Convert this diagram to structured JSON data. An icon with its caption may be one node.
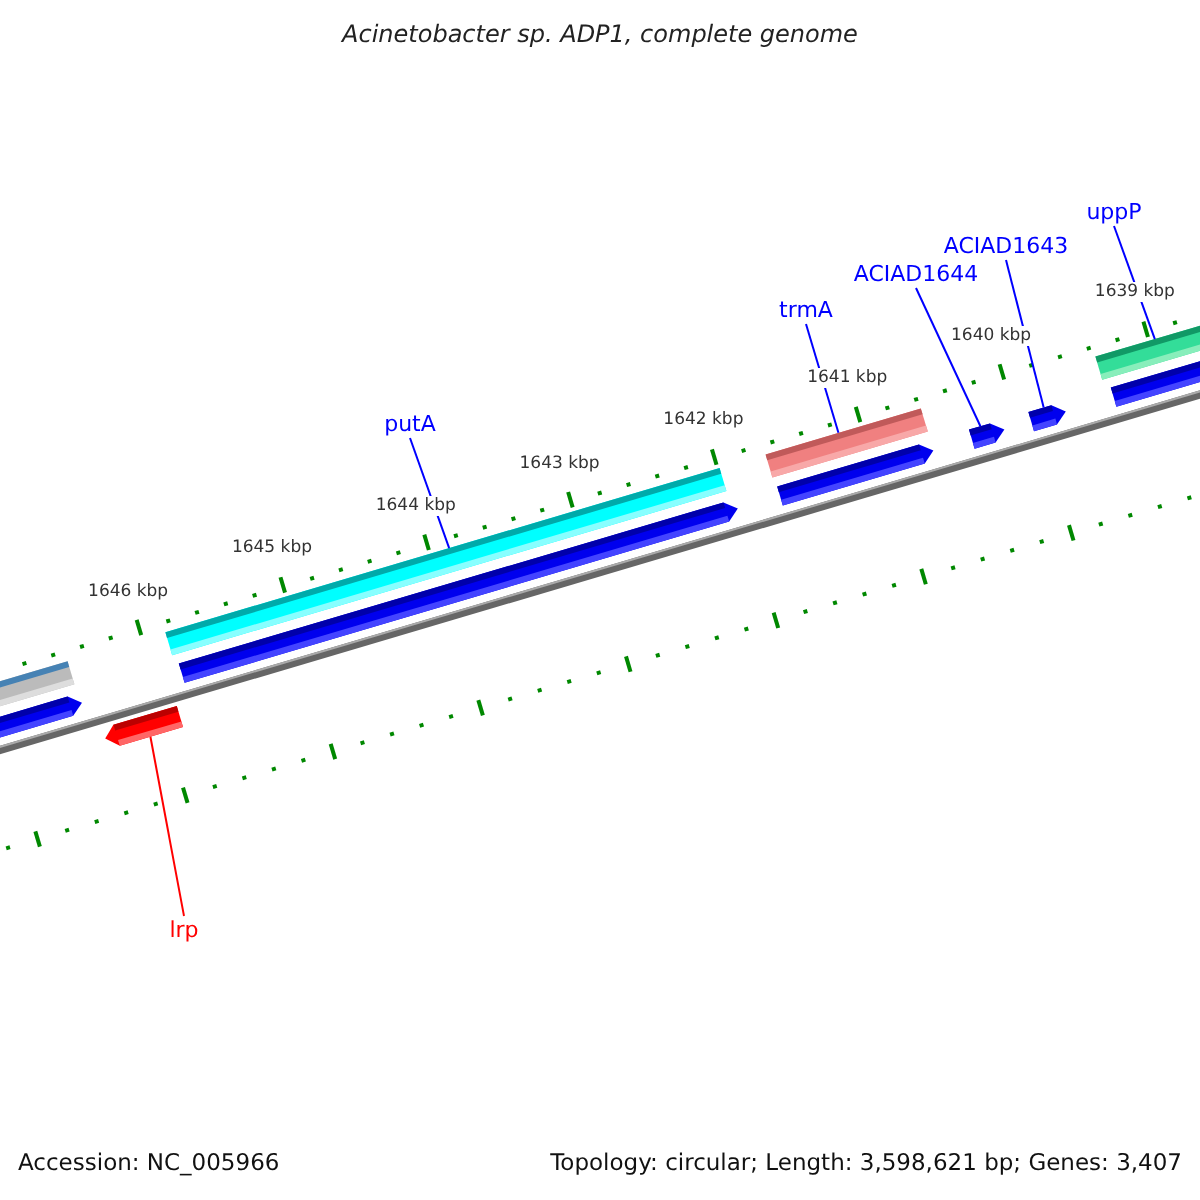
{
  "diagram": {
    "title": "Acinetobacter sp. ADP1, complete genome",
    "nodes": [
      {
        "text": [
          "putA"
        ]
      },
      {
        "text": [
          "trmA"
        ]
      },
      {
        "text": [
          "ACIAD1644"
        ]
      },
      {
        "text": [
          "ACIAD1643"
        ]
      },
      {
        "text": [
          "uppP"
        ]
      },
      {
        "text": [
          "lrp"
        ]
      },
      {
        "text": [],
        "shape": "bar"
      },
      {
        "text": [],
        "shape": "bar"
      },
      {
        "text": [],
        "shape": "bar"
      },
      {
        "text": [],
        "shape": "bar"
      },
      {
        "text": [],
        "shape": "bar"
      },
      {
        "text": [],
        "shape": "bar"
      }
    ],
    "edges": [
      {
        "from": 0,
        "to": 6,
        "arrow": "none"
      },
      {
        "from": 1,
        "to": 7,
        "arrow": "none"
      },
      {
        "from": 2,
        "to": 8,
        "arrow": "none"
      },
      {
        "from": 3,
        "to": 9,
        "arrow": "none"
      },
      {
        "from": 4,
        "to": 10,
        "arrow": "none"
      },
      {
        "from": 5,
        "to": 11,
        "arrow": "none",
        "color": "#ff0000"
      }
    ],
    "labels": [
      "1646 kbp",
      "1645 kbp",
      "1644 kbp",
      "1643 kbp",
      "1642 kbp",
      "1641 kbp",
      "1640 kbp",
      "1639 kbp",
      "Accession: NC_005966",
      "Topology: circular; Length: 3,598,621 bp; Genes: 3,407"
    ]
  }
}
